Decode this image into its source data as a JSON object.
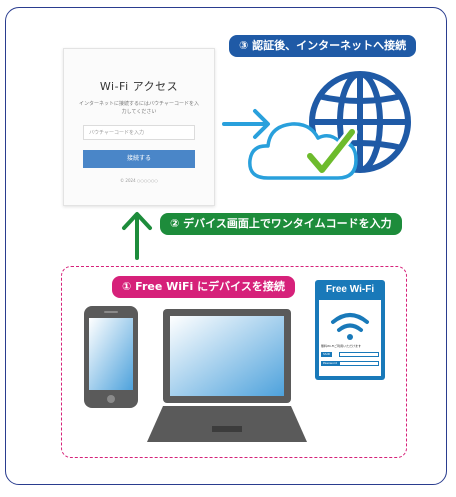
{
  "steps": {
    "step1": "① Free WiFi にデバイスを接続",
    "step2": "② デバイス画面上でワンタイムコードを入力",
    "step3": "③ 認証後、インターネットへ接続"
  },
  "access_card": {
    "title": "Wi-Fi アクセス",
    "description": "インターネットに接続するにはバウチャーコードを入力してください",
    "input_placeholder": "バウチャーコードを入力",
    "button_label": "接続する",
    "copyright": "© 2024 ○○○○○○"
  },
  "wifi_card": {
    "title": "Free Wi-Fi",
    "note": "無料Wi-Fiご利用いただけます",
    "ssid_label": "SSID",
    "password_label": "Password"
  },
  "colors": {
    "frame": "#2a3d8f",
    "step1": "#d6217a",
    "step2": "#1d8c3b",
    "step3": "#1f5aa6",
    "arrow_blue": "#29a0dc",
    "arrow_green": "#1d8c3b",
    "globe": "#1f5aa6",
    "check": "#6dbb2c",
    "device": "#5a5a5a"
  },
  "icons": [
    "globe-icon",
    "cloud-icon",
    "checkmark-icon",
    "smartphone-icon",
    "laptop-icon",
    "wifi-icon"
  ]
}
